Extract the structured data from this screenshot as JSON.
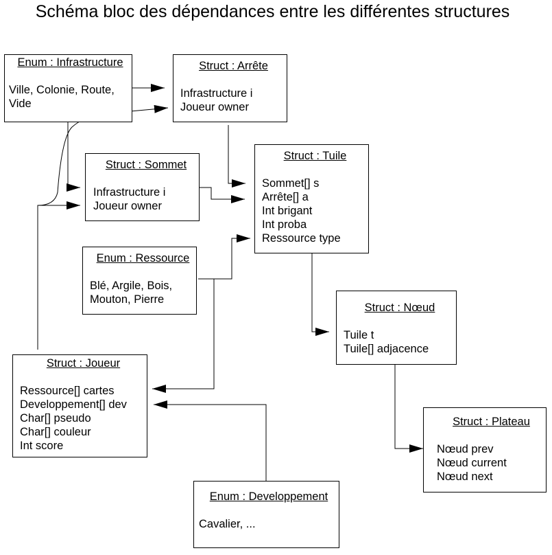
{
  "title": "Schéma bloc des dépendances entre les différentes structures",
  "nodes": {
    "infrastructure": {
      "title": "Enum : Infrastructure",
      "lines": [
        "Ville, Colonie, Route,",
        "Vide"
      ]
    },
    "arrete": {
      "title": "Struct : Arrête",
      "lines": [
        "Infrastructure i",
        "Joueur owner"
      ]
    },
    "sommet": {
      "title": "Struct : Sommet",
      "lines": [
        "Infrastructure i",
        "Joueur owner"
      ]
    },
    "tuile": {
      "title": "Struct : Tuile",
      "lines": [
        "Sommet[] s",
        "Arrête[] a",
        "Int brigant",
        "Int proba",
        "Ressource type"
      ]
    },
    "ressource": {
      "title": "Enum : Ressource",
      "lines": [
        "Blé, Argile, Bois,",
        "Mouton, Pierre"
      ]
    },
    "noeud": {
      "title": "Struct : Nœud",
      "lines": [
        "Tuile t",
        "Tuile[] adjacence"
      ]
    },
    "joueur": {
      "title": "Struct : Joueur",
      "lines": [
        "Ressource[] cartes",
        "Developpement[] dev",
        "Char[] pseudo",
        "Char[] couleur",
        "Int score"
      ]
    },
    "plateau": {
      "title": "Struct : Plateau",
      "lines": [
        "Nœud prev",
        "Nœud current",
        "Nœud next"
      ]
    },
    "developpement": {
      "title": "Enum : Developpement",
      "lines": [
        "Cavalier, ..."
      ]
    }
  }
}
